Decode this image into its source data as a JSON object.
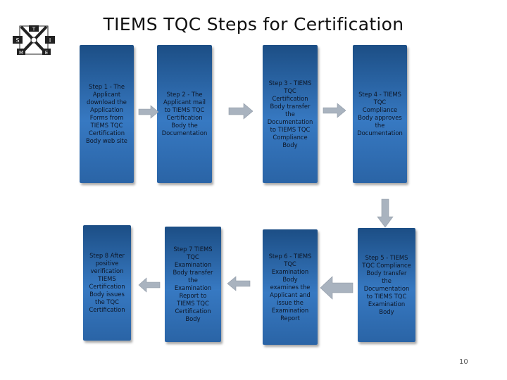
{
  "title": "TIEMS TQC Steps for Certification",
  "logo": {
    "letters": [
      "T",
      "S",
      "I",
      "M",
      "E"
    ]
  },
  "steps": [
    {
      "id": "step1",
      "text": "Step 1 - The Applicant download the Application Forms from TIEMS TQC Certification Body web site"
    },
    {
      "id": "step2",
      "text": "Step 2 - The Applicant mail to TIEMS TQC Certification Body the Documentation"
    },
    {
      "id": "step3",
      "text": "Step 3 - TIEMS TQC Certification Body transfer the Documentation to TIEMS TQC Compliance Body"
    },
    {
      "id": "step4",
      "text": "Step 4 - TIEMS TQC Compliance Body approves the Documentation"
    },
    {
      "id": "step5",
      "text": "Step 5 - TIEMS TQC Compliance Body transfer the Documentation to TIEMS TQC Examination Body"
    },
    {
      "id": "step6",
      "text": "Step 6 - TIEMS TQC Examination Body examines the Applicant and issue the Examination Report"
    },
    {
      "id": "step7",
      "text": "Step 7 TIEMS TQC Examination Body transfer the Examination Report to TIEMS TQC Certification Body"
    },
    {
      "id": "step8",
      "text": "Step 8 After positive verification TIEMS Certification Body issues the TQC Certification"
    }
  ],
  "arrows": [
    {
      "from": "step1",
      "to": "step2",
      "direction": "right"
    },
    {
      "from": "step2",
      "to": "step3",
      "direction": "right"
    },
    {
      "from": "step3",
      "to": "step4",
      "direction": "right"
    },
    {
      "from": "step4",
      "to": "step5",
      "direction": "down"
    },
    {
      "from": "step5",
      "to": "step6",
      "direction": "left"
    },
    {
      "from": "step6",
      "to": "step7",
      "direction": "left"
    },
    {
      "from": "step7",
      "to": "step8",
      "direction": "left"
    }
  ],
  "colors": {
    "box": "#2f6db5",
    "arrow": "#a9b3bf"
  },
  "page_number": "10"
}
